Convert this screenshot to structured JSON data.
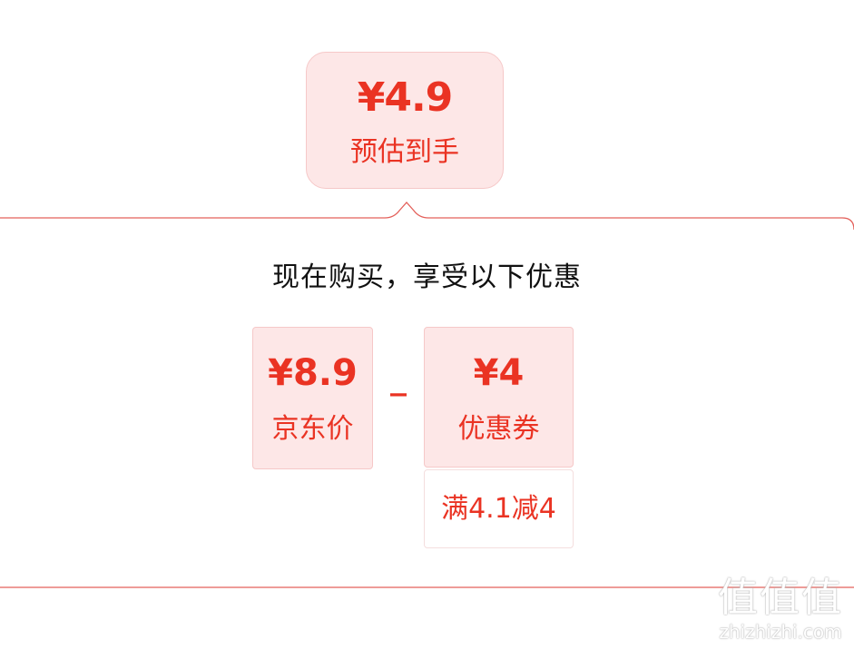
{
  "estimate": {
    "price": "¥4.9",
    "label": "预估到手"
  },
  "headline": "现在购买，享受以下优惠",
  "jd_price": {
    "price": "¥8.9",
    "label": "京东价"
  },
  "operator": "_",
  "coupon": {
    "price": "¥4",
    "label": "优惠券",
    "condition": "满4.1减4"
  },
  "watermark": {
    "glyphs": "值值值",
    "domain": "zhizhizhi.com"
  },
  "colors": {
    "accent": "#ea3323",
    "card_background": "#fde7e7",
    "frame_line": "#e3605a"
  }
}
